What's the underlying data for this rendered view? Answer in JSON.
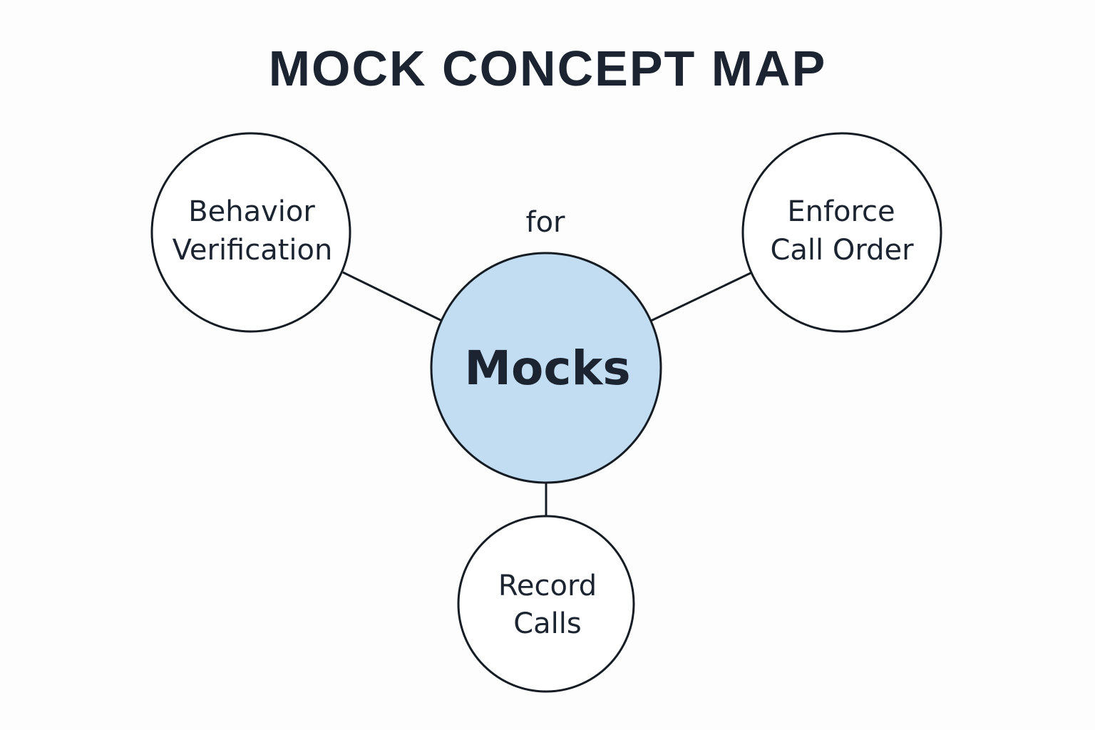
{
  "title": "MOCK CONCEPT MAP",
  "edge_label": "for",
  "colors": {
    "center_fill": "#c2dcf2",
    "node_fill": "#ffffff",
    "stroke": "#161c24",
    "text": "#1b2430"
  },
  "center": {
    "id": "mocks",
    "label": "Mocks"
  },
  "nodes": [
    {
      "id": "behavior-verification",
      "lines": [
        "Behavior",
        "Verification"
      ]
    },
    {
      "id": "enforce-call-order",
      "lines": [
        "Enforce",
        "Call Order"
      ]
    },
    {
      "id": "record-calls",
      "lines": [
        "Record",
        "Calls"
      ]
    }
  ],
  "edges": [
    {
      "from": "mocks",
      "to": "behavior-verification"
    },
    {
      "from": "mocks",
      "to": "enforce-call-order"
    },
    {
      "from": "mocks",
      "to": "record-calls"
    }
  ]
}
